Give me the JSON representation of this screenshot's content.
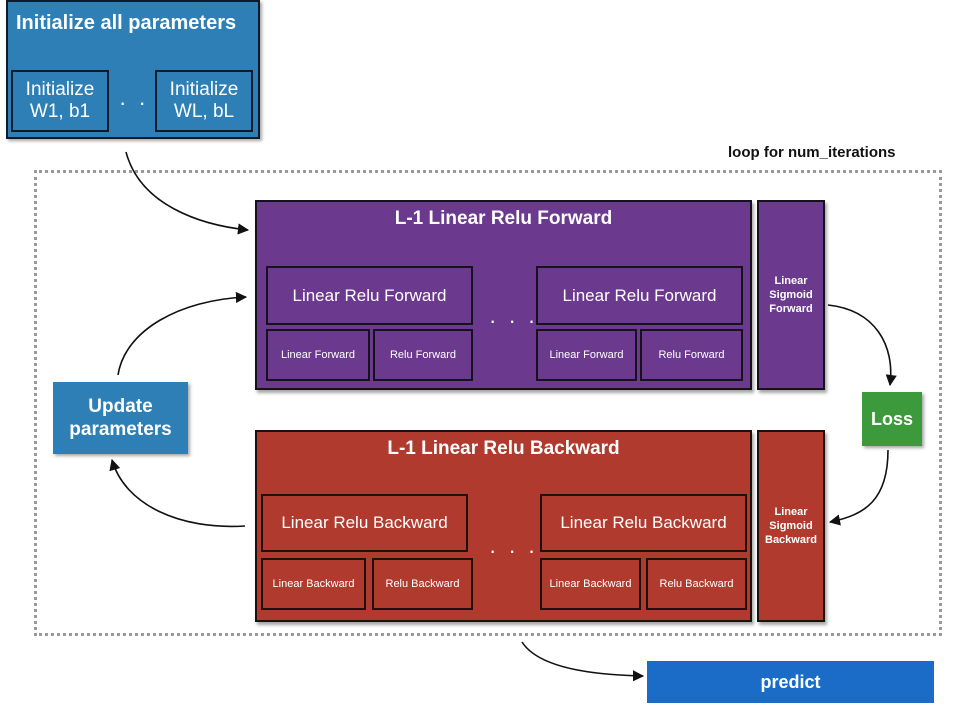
{
  "init": {
    "title": "Initialize all parameters",
    "first": {
      "line1": "Initialize",
      "line2": "W1, b1"
    },
    "dots": "· · ·",
    "last": {
      "line1": "Initialize",
      "line2": "WL, bL"
    }
  },
  "loop": {
    "label": "loop for num_iterations"
  },
  "forward": {
    "title": "L-1 Linear Relu Forward",
    "block1": {
      "main": "Linear Relu Forward",
      "sub1": "Linear Forward",
      "sub2": "Relu Forward"
    },
    "dots": "· · ·",
    "block2": {
      "main": "Linear Relu Forward",
      "sub1": "Linear Forward",
      "sub2": "Relu Forward"
    }
  },
  "sigmoid_forward": {
    "line1": "Linear",
    "line2": "Sigmoid",
    "line3": "Forward"
  },
  "loss": {
    "label": "Loss"
  },
  "backward": {
    "title": "L-1 Linear Relu Backward",
    "block1": {
      "main": "Linear Relu Backward",
      "sub1": "Linear Backward",
      "sub2": "Relu Backward"
    },
    "dots": "· · ·",
    "block2": {
      "main": "Linear Relu Backward",
      "sub1": "Linear Backward",
      "sub2": "Relu Backward"
    }
  },
  "sigmoid_backward": {
    "line1": "Linear",
    "line2": "Sigmoid",
    "line3": "Backward"
  },
  "update": {
    "line1": "Update",
    "line2": "parameters"
  },
  "predict": {
    "label": "predict"
  },
  "colors": {
    "init_blue": "#2e7fb5",
    "forward_purple": "#6b3a8e",
    "backward_red": "#b03a2e",
    "loss_green": "#3c9a3c",
    "predict_blue": "#1a6cc6"
  }
}
